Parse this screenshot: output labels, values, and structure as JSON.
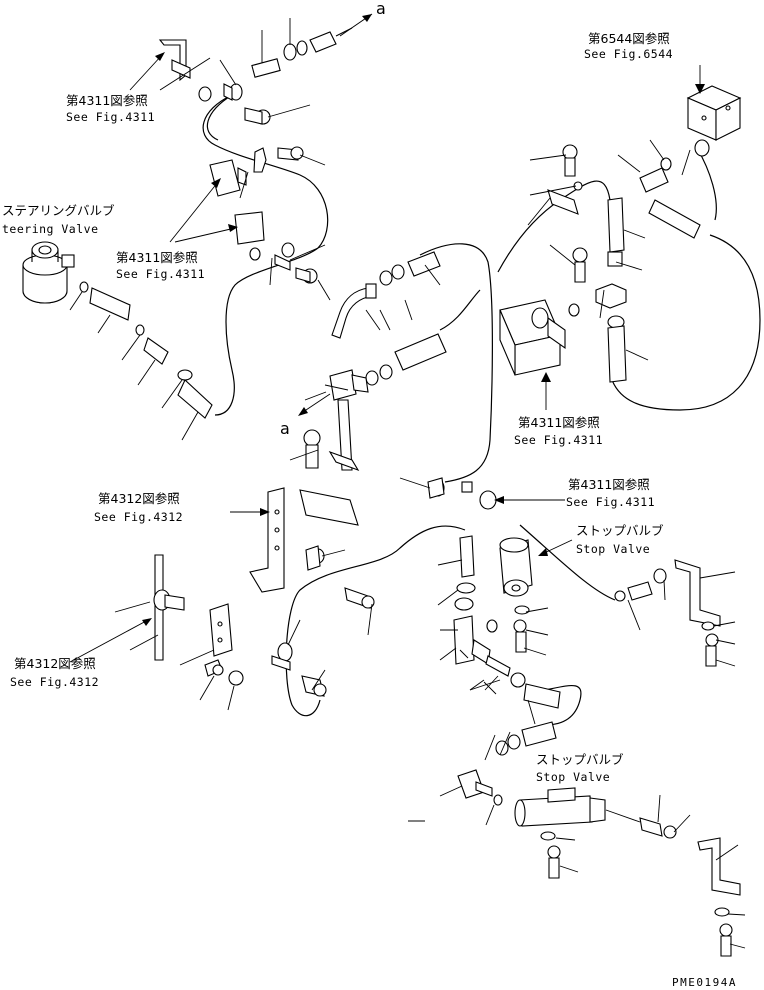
{
  "diagram": {
    "code": "PME0194A",
    "marker_a": "a",
    "refs": [
      {
        "id": "ref-4311-top",
        "ja": "第4311図参照",
        "en": "See Fig.4311"
      },
      {
        "id": "ref-4311-mid",
        "ja": "第4311図参照",
        "en": "See Fig.4311"
      },
      {
        "id": "ref-6544",
        "ja": "第6544図参照",
        "en": "See Fig.6544"
      },
      {
        "id": "ref-4311-right",
        "ja": "第4311図参照",
        "en": "See Fig.4311"
      },
      {
        "id": "ref-4312-mid",
        "ja": "第4312図参照",
        "en": "See Fig.4312"
      },
      {
        "id": "ref-4311-lower",
        "ja": "第4311図参照",
        "en": "See Fig.4311"
      },
      {
        "id": "ref-4312-left",
        "ja": "第4312図参照",
        "en": "See Fig.4312"
      }
    ],
    "steering_valve": {
      "ja": "ステアリングバルブ",
      "en": "teering Valve"
    },
    "stop_valve_upper": {
      "ja": "ストップバルブ",
      "en": "Stop Valve"
    },
    "stop_valve_lower": {
      "ja": "ストップバルブ",
      "en": "Stop Valve"
    }
  }
}
